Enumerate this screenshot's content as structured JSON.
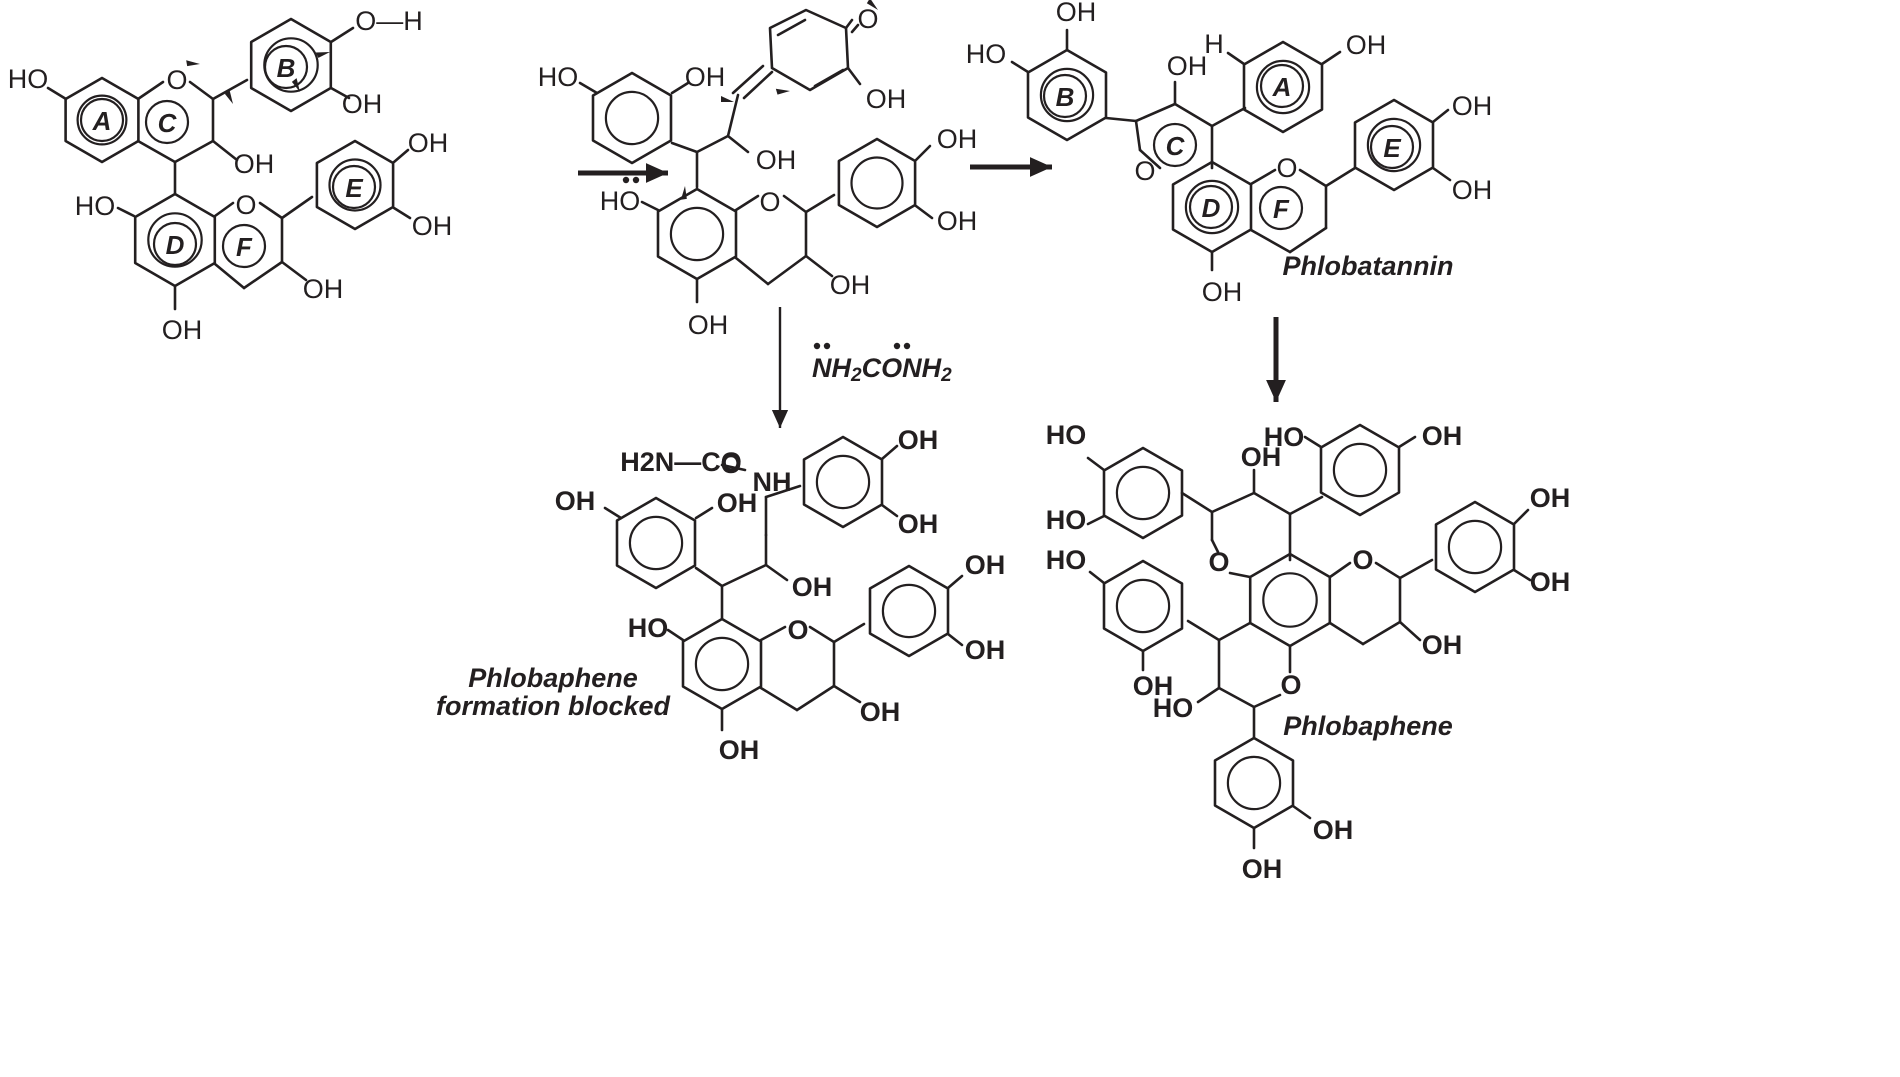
{
  "labels": {
    "OH": "OH",
    "HO": "HO",
    "O": "O",
    "H": "H",
    "OH_H": "O—H",
    "NH": "NH",
    "H2N_CO": "H2N—CO",
    "reagent": "NH2CONH2",
    "blocked_line1": "Phlobaphene",
    "blocked_line2": "formation blocked",
    "phlobatannin": "Phlobatannin",
    "phlobaphene": "Phlobaphene"
  },
  "rings": {
    "A": "A",
    "B": "B",
    "C": "C",
    "D": "D",
    "E": "E",
    "F": "F"
  },
  "colors": {
    "ink": "#231f20",
    "background": "#ffffff"
  }
}
